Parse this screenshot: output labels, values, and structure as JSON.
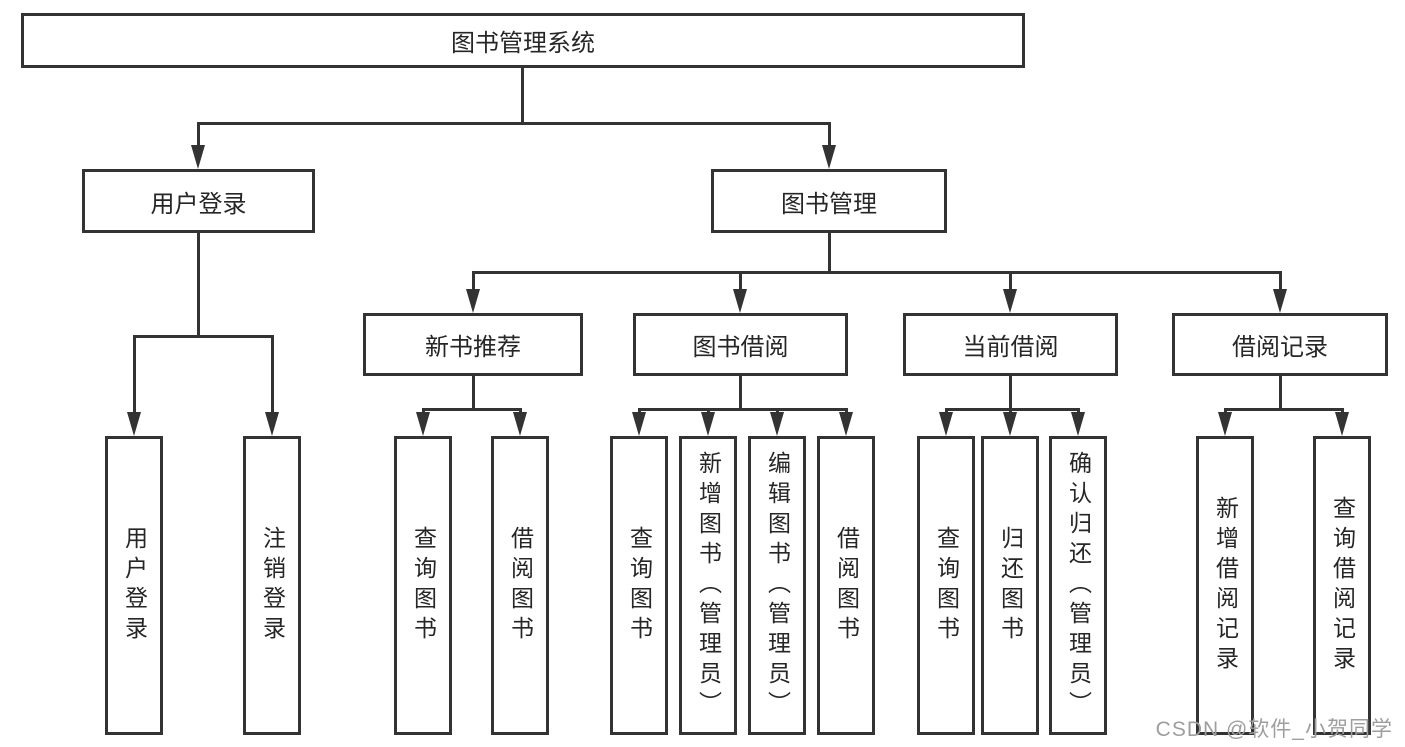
{
  "diagram": {
    "type": "tree",
    "line_color": "#333333",
    "background": "#ffffff",
    "root": {
      "label": "图书管理系统",
      "children": [
        {
          "label": "用户登录",
          "children": [
            {
              "label": "用户登录"
            },
            {
              "label": "注销登录"
            }
          ]
        },
        {
          "label": "图书管理",
          "children": [
            {
              "label": "新书推荐",
              "children": [
                {
                  "label": "查询图书"
                },
                {
                  "label": "借阅图书"
                }
              ]
            },
            {
              "label": "图书借阅",
              "children": [
                {
                  "label": "查询图书"
                },
                {
                  "label": "新增图书（管理员）"
                },
                {
                  "label": "编辑图书（管理员）"
                },
                {
                  "label": "借阅图书"
                }
              ]
            },
            {
              "label": "当前借阅",
              "children": [
                {
                  "label": "查询图书"
                },
                {
                  "label": "归还图书"
                },
                {
                  "label": "确认归还（管理员）"
                }
              ]
            },
            {
              "label": "借阅记录",
              "children": [
                {
                  "label": "新增借阅记录"
                },
                {
                  "label": "查询借阅记录"
                }
              ]
            }
          ]
        }
      ]
    }
  },
  "watermark": {
    "text": "CSDN @软件_小贺同学",
    "color": "#9e9e9e"
  }
}
